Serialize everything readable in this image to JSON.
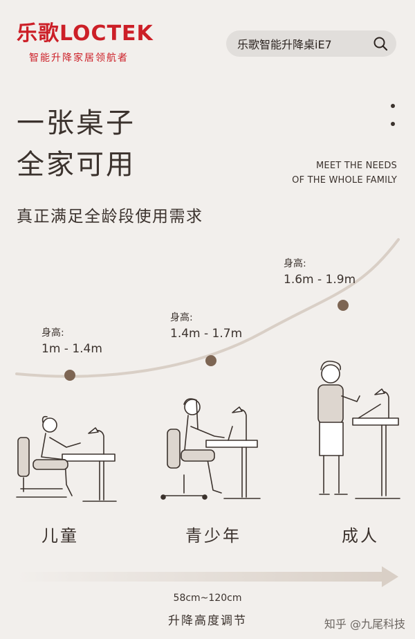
{
  "brand": {
    "name": "乐歌LOCTEK",
    "tagline": "智能升降家居领航者",
    "color": "#cc1f27"
  },
  "search": {
    "query": "乐歌智能升降桌iE7",
    "icon": "search-icon"
  },
  "menu": {
    "icon": "more-vertical-icon"
  },
  "headline": {
    "line1": "一张桌子",
    "line2": "全家可用"
  },
  "english": {
    "line1": "MEET THE NEEDS",
    "line2": "OF THE WHOLE FAMILY"
  },
  "subheadline": "真正满足全龄段使用需求",
  "height_points": [
    {
      "label": "身高:",
      "value": "1m - 1.4m"
    },
    {
      "label": "身高:",
      "value": "1.4m - 1.7m"
    },
    {
      "label": "身高:",
      "value": "1.6m - 1.9m"
    }
  ],
  "categories": [
    "儿童",
    "青少年",
    "成人"
  ],
  "adjust": {
    "range": "58cm~120cm",
    "label": "升降高度调节"
  },
  "watermark": "知乎 @九尾科技",
  "colors": {
    "background": "#f2efec",
    "curve": "#d9cfc6",
    "dot": "#7d6553",
    "text": "#3b322d"
  }
}
